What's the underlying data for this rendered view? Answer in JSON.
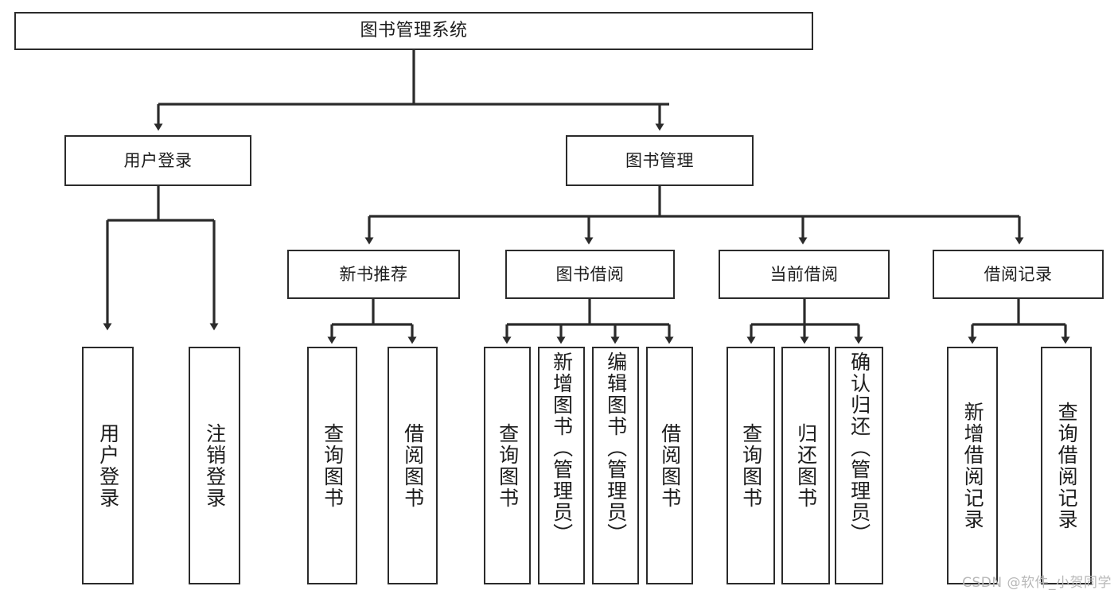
{
  "diagram": {
    "title": "图书管理系统",
    "type": "tree-hierarchy",
    "watermark": "CSDN @软件_小贺同学",
    "colors": {
      "border": "#2b2b2b",
      "background": "#ffffff",
      "text": "#1c1c1c",
      "watermark": "#b8b8b8"
    },
    "root": {
      "label": "图书管理系统"
    },
    "level2": [
      {
        "label": "用户登录"
      },
      {
        "label": "图书管理"
      }
    ],
    "level3": [
      {
        "label": "新书推荐"
      },
      {
        "label": "图书借阅"
      },
      {
        "label": "当前借阅"
      },
      {
        "label": "借阅记录"
      }
    ],
    "leaves": {
      "user_login": [
        {
          "label": "用户登录"
        },
        {
          "label": "注销登录"
        }
      ],
      "new_book": [
        {
          "label": "查询图书"
        },
        {
          "label": "借阅图书"
        }
      ],
      "book_borrow": [
        {
          "label": "查询图书"
        },
        {
          "label": "新增图书（管理员）"
        },
        {
          "label": "编辑图书（管理员）"
        },
        {
          "label": "借阅图书"
        }
      ],
      "current_borrow": [
        {
          "label": "查询图书"
        },
        {
          "label": "归还图书"
        },
        {
          "label": "确认归还（管理员）"
        }
      ],
      "borrow_record": [
        {
          "label": "新增借阅记录"
        },
        {
          "label": "查询借阅记录"
        }
      ]
    }
  }
}
